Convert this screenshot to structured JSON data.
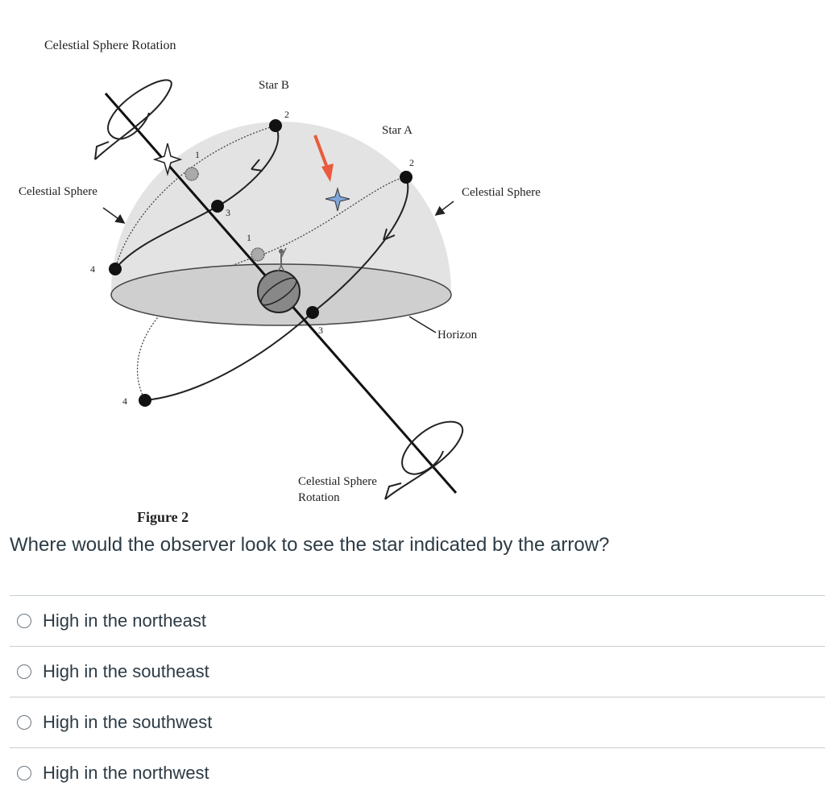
{
  "figure": {
    "title": "Celestial Sphere Rotation",
    "caption": "Figure 2",
    "labels": {
      "star_b": "Star B",
      "star_a": "Star A",
      "celestial_sphere_left": "Celestial Sphere",
      "celestial_sphere_right": "Celestial Sphere",
      "horizon": "Horizon",
      "rotation_bottom_line1": "Celestial Sphere",
      "rotation_bottom_line2": "Rotation",
      "b_pos1": "1",
      "b_pos2": "2",
      "b_pos3": "3",
      "b_pos4": "4",
      "a_pos1": "1",
      "a_pos2": "2",
      "a_pos3": "3",
      "a_pos4": "4"
    },
    "colors": {
      "dome": "#e3e3e3",
      "horizon_plane": "#cfcfcf",
      "indicator_arrow": "#ea5a3c",
      "star_marker": "#7fa6d8"
    }
  },
  "question": "Where would the observer look to see the star indicated by the arrow?",
  "options": [
    {
      "label": "High in the northeast"
    },
    {
      "label": "High in the southeast"
    },
    {
      "label": "High in the southwest"
    },
    {
      "label": "High in the northwest"
    }
  ]
}
